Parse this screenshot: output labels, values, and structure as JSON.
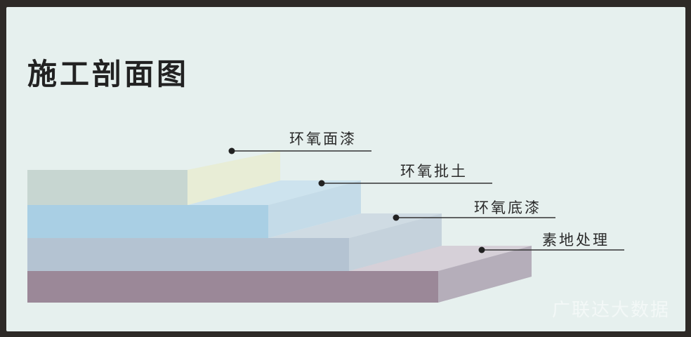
{
  "title": "施工剖面图",
  "layers": [
    {
      "label": "环氧面漆"
    },
    {
      "label": "环氧批土"
    },
    {
      "label": "环氧底漆"
    },
    {
      "label": "素地处理"
    }
  ],
  "watermark": "广联达大数据",
  "colors": {
    "background": "#e6f0ee",
    "topcoat": "#dfe5cf",
    "putty": "#a9cfe4",
    "primer": "#b4c3d2",
    "substrate": "#9b8898"
  }
}
